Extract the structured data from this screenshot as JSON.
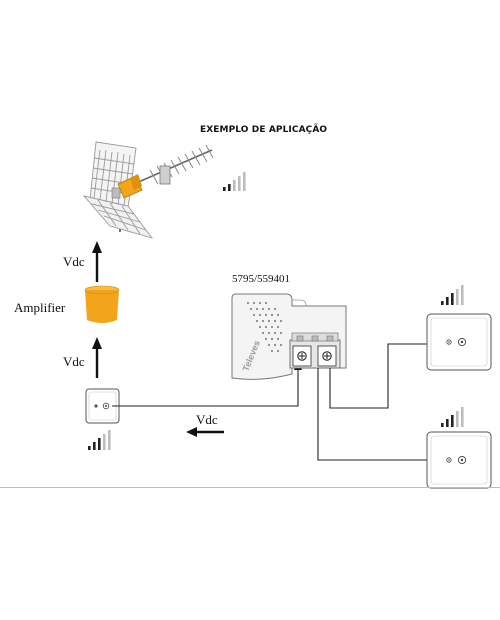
{
  "diagram": {
    "title": "EXEMPLO DE APLICAÇÃO",
    "model": "5795/559401",
    "brand": "Televes",
    "labels": {
      "vdc_upper": "Vdc",
      "amplifier": "Amplifier",
      "vdc_lower": "Vdc",
      "vdc_cable": "Vdc"
    },
    "colors": {
      "amplifier": "#f2a51a",
      "line": "#222222",
      "device_outline": "#555555",
      "signal_dark": "#222222",
      "signal_light": "#bdbdbd"
    },
    "icons": [
      "antenna-icon",
      "amplifier-icon",
      "wall-socket-icon",
      "power-supply-icon",
      "signal-strength-icon",
      "arrow-icon"
    ]
  }
}
